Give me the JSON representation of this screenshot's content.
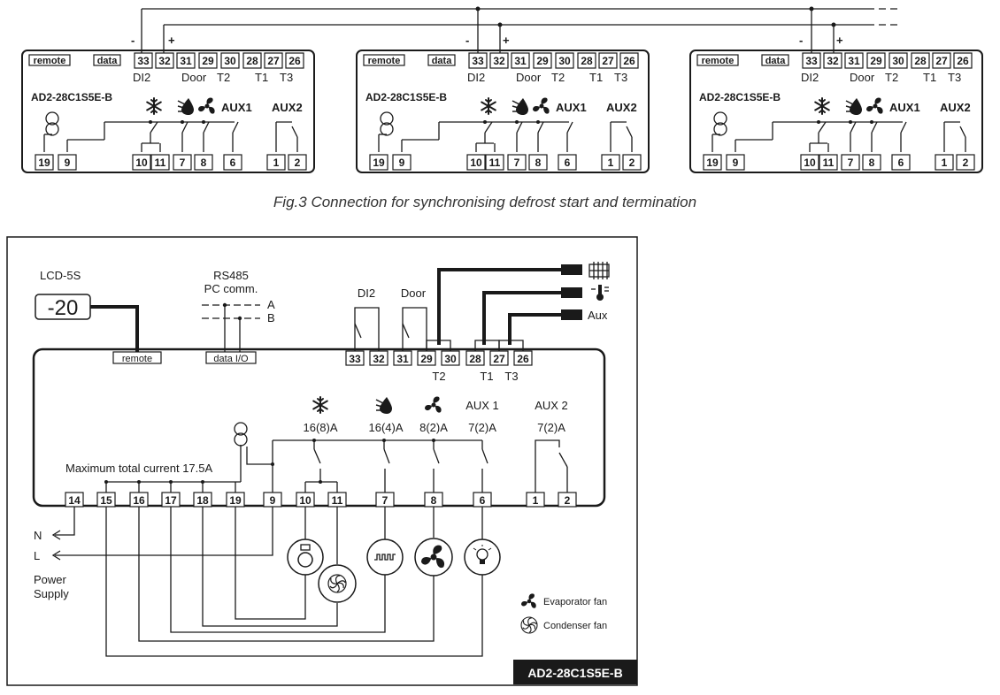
{
  "caption": "Fig.3 Connection for synchronising defrost start and termination",
  "top_modules": {
    "remote": "remote",
    "data": "data",
    "model": "AD2-28C1S5E-B",
    "minus": "-",
    "plus": "+",
    "di2": "DI2",
    "door": "Door",
    "t2": "T2",
    "t1": "T1",
    "t3": "T3",
    "aux1": "AUX1",
    "aux2": "AUX2",
    "top_terminals": [
      "33",
      "32",
      "31",
      "29",
      "30",
      "28",
      "27",
      "26"
    ],
    "bottom_terminals": [
      "19",
      "9",
      "10",
      "11",
      "7",
      "8",
      "6",
      "1",
      "2"
    ]
  },
  "main": {
    "lcd_label": "LCD-5S",
    "lcd_value": "-20",
    "rs485_line1": "RS485",
    "rs485_line2": "PC comm.",
    "line_a": "A",
    "line_b": "B",
    "remote": "remote",
    "data_io": "data I/O",
    "di2": "DI2",
    "door": "Door",
    "aux": "Aux",
    "t2": "T2",
    "t1": "T1",
    "t3": "T3",
    "top_terminals": [
      "33",
      "32",
      "31",
      "29",
      "30",
      "28",
      "27",
      "26"
    ],
    "rating_defrost": "16(8)A",
    "rating_drip": "16(4)A",
    "rating_fan": "8(2)A",
    "aux1": "AUX 1",
    "rating_aux1": "7(2)A",
    "aux2": "AUX 2",
    "rating_aux2": "7(2)A",
    "max_current": "Maximum total current 17.5A",
    "bottom_terminals": [
      "14",
      "15",
      "16",
      "17",
      "18",
      "19",
      "9",
      "10",
      "11",
      "7",
      "8",
      "6",
      "1",
      "2"
    ],
    "n": "N",
    "l": "L",
    "power_line1": "Power",
    "power_line2": "Supply",
    "legend_evap": "Evaporator fan",
    "legend_cond": "Condenser fan",
    "model": "AD2-28C1S5E-B"
  },
  "icons": [
    "snowflake-icon",
    "drip-defrost-icon",
    "fan-icon",
    "transformer-icon",
    "heater-grid-icon",
    "thermometer-icon",
    "compressor-icon",
    "heater-icon",
    "light-icon"
  ]
}
